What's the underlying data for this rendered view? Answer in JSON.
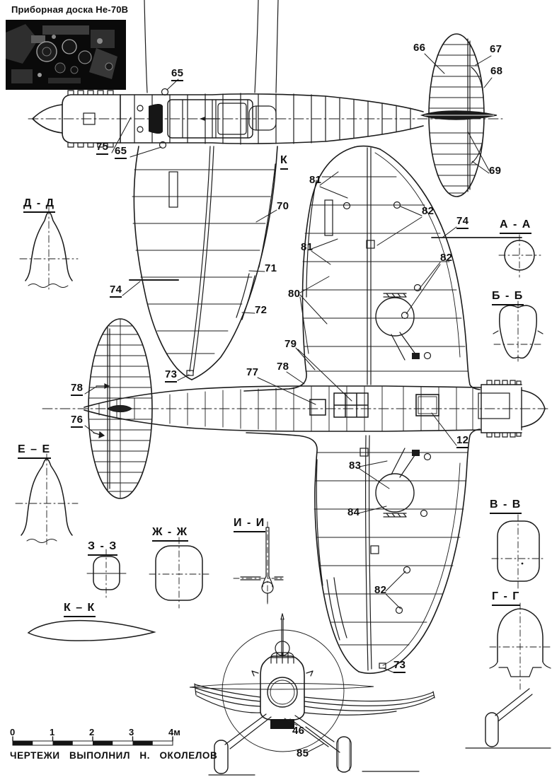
{
  "photo": {
    "caption": "Приборная доска Не-70В"
  },
  "section_labels": {
    "dd": "Д - Д",
    "aa": "А - А",
    "bb": "Б - Б",
    "ee": "Е – Е",
    "vv": "В - В",
    "gg": "Г - Г",
    "zz": "З - З",
    "jj": "Ж - Ж",
    "ii": "И - И",
    "kk": "К – К",
    "k": "К"
  },
  "callouts": [
    {
      "text": "65"
    },
    {
      "text": "75"
    },
    {
      "text": "65"
    },
    {
      "text": "66"
    },
    {
      "text": "67"
    },
    {
      "text": "68"
    },
    {
      "text": "69"
    },
    {
      "text": "70"
    },
    {
      "text": "71"
    },
    {
      "text": "72"
    },
    {
      "text": "74"
    },
    {
      "text": "74"
    },
    {
      "text": "81"
    },
    {
      "text": "82"
    },
    {
      "text": "81"
    },
    {
      "text": "82"
    },
    {
      "text": "80"
    },
    {
      "text": "79"
    },
    {
      "text": "73"
    },
    {
      "text": "77"
    },
    {
      "text": "78"
    },
    {
      "text": "78"
    },
    {
      "text": "76"
    },
    {
      "text": "12"
    },
    {
      "text": "83"
    },
    {
      "text": "84"
    },
    {
      "text": "82"
    },
    {
      "text": "73"
    },
    {
      "text": "46"
    },
    {
      "text": "85"
    }
  ],
  "scale_bar": {
    "ticks": [
      "0",
      "1",
      "2",
      "3"
    ],
    "end_label": "4м"
  },
  "credit": "ЧЕРТЕЖИ ВЫПОЛНИЛ Н. ОКОЛЕЛОВ"
}
